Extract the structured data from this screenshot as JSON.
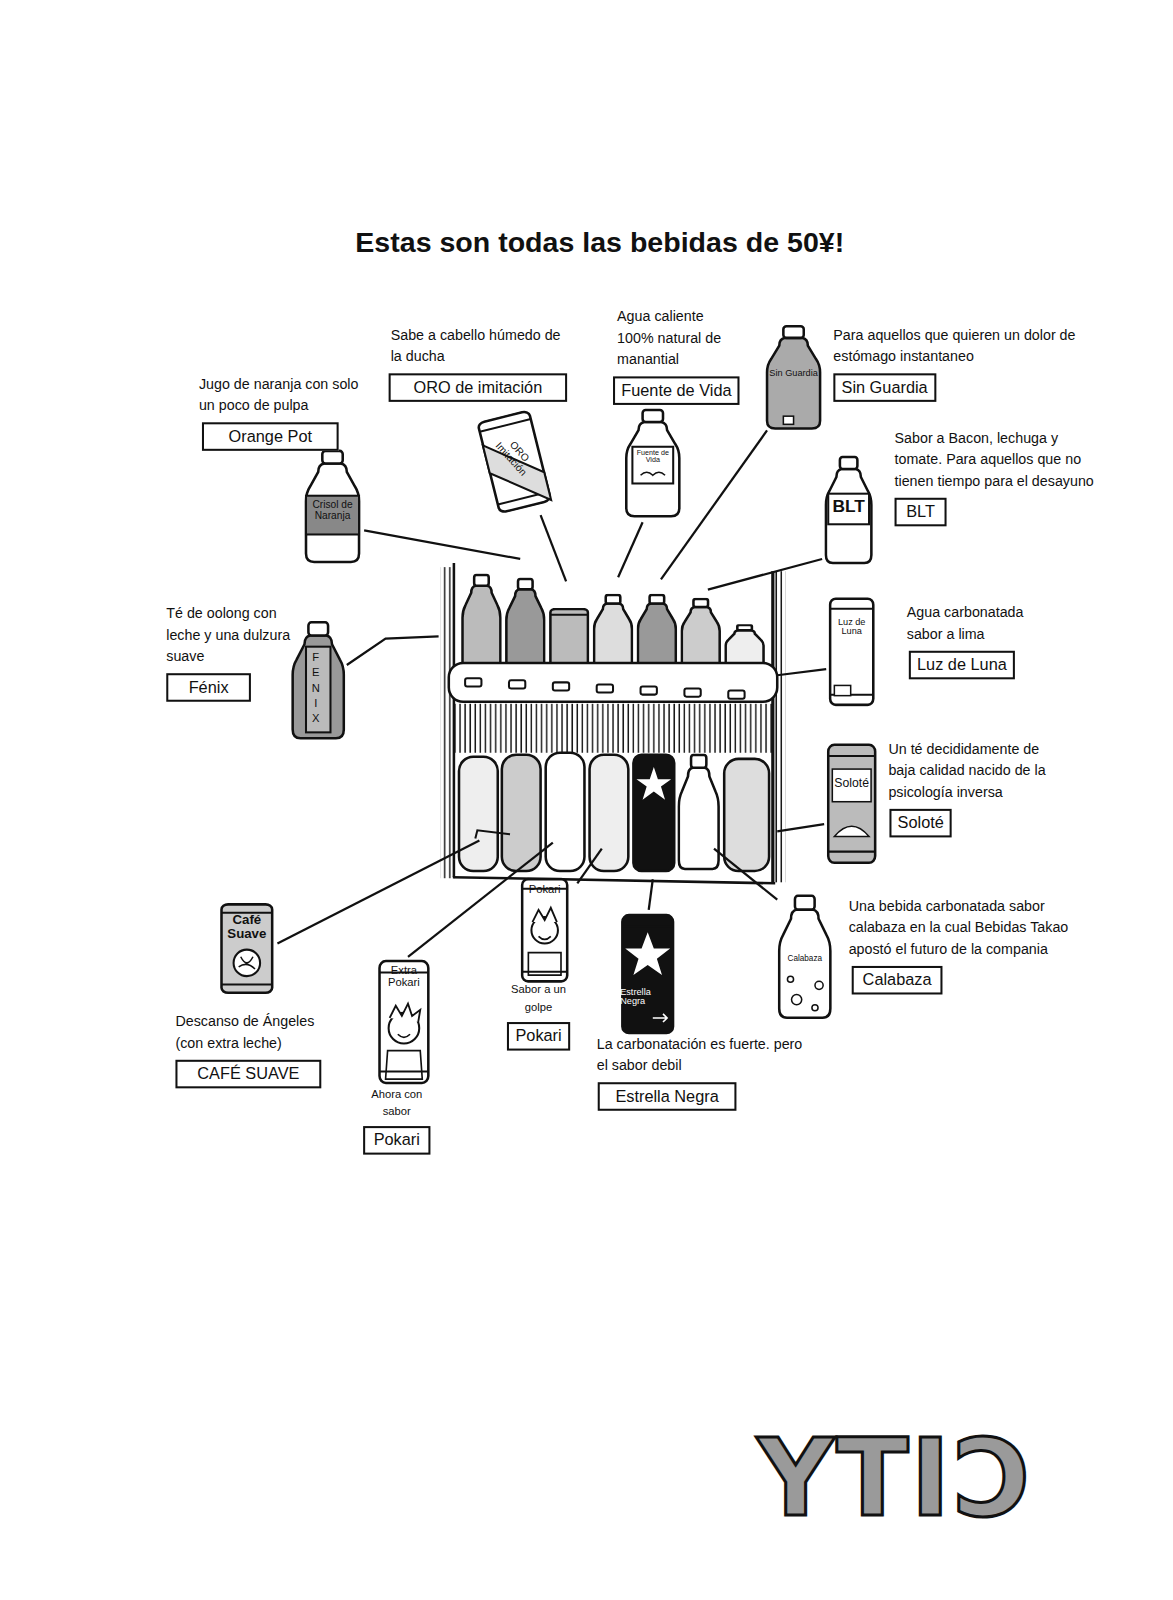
{
  "diagram": {
    "title": "Estas son todas las bebidas de 50¥!",
    "nodes": [
      {
        "text": [
          "Jugo de naranja con solo un poco de pulpa",
          "Orange Pot"
        ]
      },
      {
        "text": [
          "Sabe a cabello húmedo de la ducha",
          "ORO de imitación"
        ]
      },
      {
        "text": [
          "Agua caliente 100% natural de manantial",
          "Fuente de Vida"
        ]
      },
      {
        "text": [
          "Para aquellos que quieren un dolor de estómago instantaneo",
          "Sin Guardia"
        ]
      },
      {
        "text": [
          "Sabor a Bacon, lechuga y tomate. Para aquellos que no tienen tiempo para el desayuno",
          "BLT"
        ]
      },
      {
        "text": [
          "Té de oolong con leche y una dulzura suave",
          "Fénix"
        ]
      },
      {
        "text": [
          "Agua carbonatada sabor a lima",
          "Luz de Luna"
        ]
      },
      {
        "text": [
          "Un té decididamente de baja calidad nacido de la psicología inversa",
          "Soloté"
        ]
      },
      {
        "text": [
          "Una bebida carbonatada sabor calabaza en la cual Bebidas Takao apostó el futuro de la compania",
          "Calabaza"
        ]
      },
      {
        "text": [
          "Descanso de Ángeles (con extra leche)",
          "CAFÉ SUAVE"
        ]
      },
      {
        "text": [
          "Ahora con sabor",
          "Pokari"
        ]
      },
      {
        "text": [
          "Sabor a un golpe",
          "Pokari"
        ]
      },
      {
        "text": [
          "La carbonatación es fuerte. pero el sabor debil",
          "Estrella Negra"
        ]
      }
    ],
    "labels": [
      "Crisol de Naranja",
      "ORO Imitación",
      "Fuente de Vida",
      "Sin Guardia",
      "BLT",
      "FENIX",
      "Luz de Luna",
      "Soloté",
      "Calabaza",
      "Café Suave",
      "Extra Pokari",
      "Pokari",
      "Estrella Negra",
      "CITY"
    ]
  }
}
